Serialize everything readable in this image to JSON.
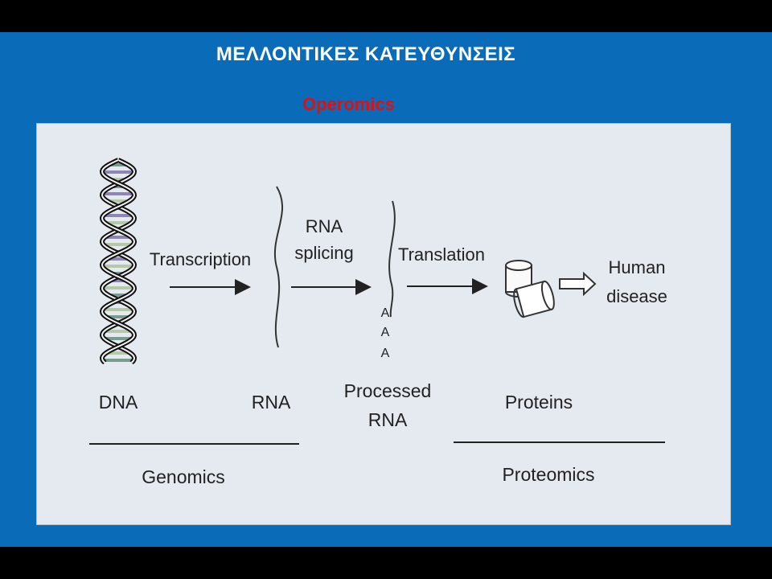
{
  "slide": {
    "title": "ΜΕΛΛΟΝΤΙΚΕΣ ΚΑΤΕΥΘΥΝΣΕΙΣ",
    "subtitle": "Operomics"
  },
  "diagram": {
    "stages": {
      "dna": "DNA",
      "rna": "RNA",
      "processed_rna_line1": "Processed",
      "processed_rna_line2": "RNA",
      "proteins": "Proteins",
      "human_disease_line1": "Human",
      "human_disease_line2": "disease"
    },
    "steps": {
      "transcription": "Transcription",
      "rna_splicing_line1": "RNA",
      "rna_splicing_line2": "splicing",
      "translation": "Translation"
    },
    "poly_a": [
      "A",
      "A",
      "A"
    ],
    "fields": {
      "genomics": "Genomics",
      "proteomics": "Proteomics"
    }
  },
  "colors": {
    "slide_background": "#0a6bb8",
    "frame": "#000000",
    "title": "#ffffff",
    "subtitle": "#e01010",
    "figure_background": "#e4eaf0",
    "helix_rungs": [
      "#7a9c8e",
      "#8d86b5",
      "#b5c9a8"
    ]
  }
}
